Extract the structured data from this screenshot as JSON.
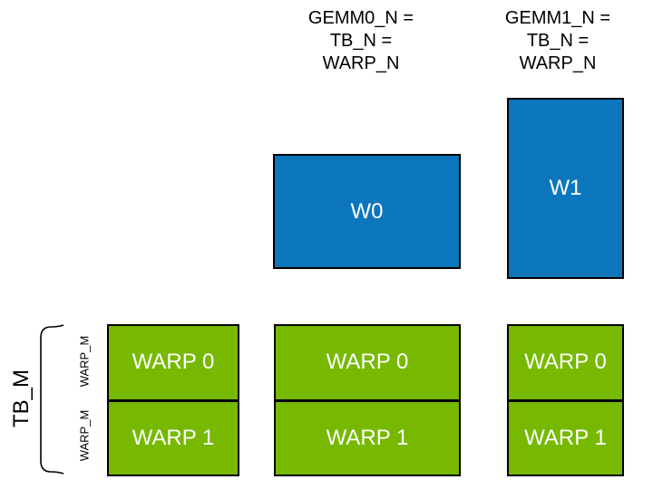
{
  "colors": {
    "blue": "#0c76bd",
    "green": "#76b900",
    "outline": "#000000",
    "box_text": "#ffffff",
    "label_text": "#000000"
  },
  "column_headers": [
    {
      "lines": "GEMM0_N =\nTB_N =\nWARP_N"
    },
    {
      "lines": "GEMM1_N =\nTB_N =\nWARP_N"
    }
  ],
  "accumulator_tiles": [
    {
      "label": "W0"
    },
    {
      "label": "W1"
    }
  ],
  "warp_blocks": [
    {
      "rows": [
        "WARP 0",
        "WARP 1"
      ]
    },
    {
      "rows": [
        "WARP 0",
        "WARP 1"
      ]
    },
    {
      "rows": [
        "WARP 0",
        "WARP 1"
      ]
    }
  ],
  "left_axis": {
    "tb_m_label": "TB_M",
    "warp_m_top": "WARP_M",
    "warp_m_bottom": "WARP_M"
  }
}
